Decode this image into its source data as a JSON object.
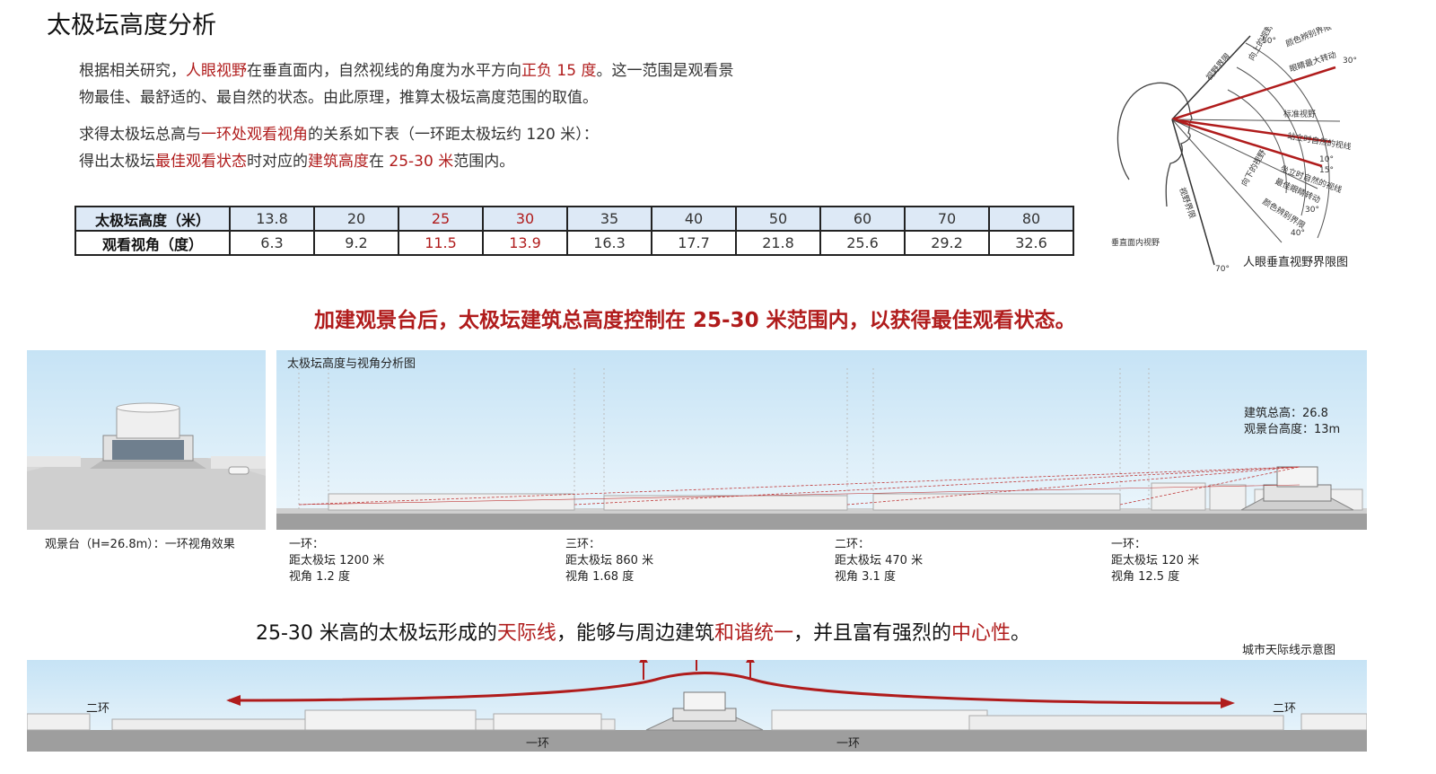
{
  "title": "太极坛高度分析",
  "intro": {
    "p1_a": "根据相关研究，",
    "p1_b": "人眼视野",
    "p1_c": "在垂直面内，自然视线的角度为水平方向",
    "p1_d": "正负 15 度",
    "p1_e": "。这一范围是观看景",
    "p1_f": "物最佳、最舒适的、最自然的状态。由此原理，推算太极坛高度范围的取值。",
    "p2_a": "求得太极坛总高与",
    "p2_b": "一环处观看视角",
    "p2_c": "的关系如下表（一环距太极坛约 120 米）：",
    "p3_a": "得出太极坛",
    "p3_b": "最佳观看状态",
    "p3_c": "时对应的",
    "p3_d": "建筑高度",
    "p3_e": "在 ",
    "p3_f": "25-30 米",
    "p3_g": "范围内。"
  },
  "table": {
    "row1_header": "太极坛高度（米）",
    "row2_header": "观看视角（度）",
    "heights": [
      "13.8",
      "20",
      "25",
      "30",
      "35",
      "40",
      "50",
      "60",
      "70",
      "80"
    ],
    "angles": [
      "6.3",
      "9.2",
      "11.5",
      "13.9",
      "16.3",
      "17.7",
      "21.8",
      "25.6",
      "29.2",
      "32.6"
    ],
    "highlight_color": "#b01c1c"
  },
  "eye_diagram": {
    "caption": "人眼垂直视野界限图",
    "sub_caption": "垂直面内视野",
    "labels": {
      "a50": "50°",
      "a30": "30°",
      "a15": "15°",
      "a10": "10°",
      "a40": "40°",
      "a30b": "30°",
      "a70": "70°",
      "color_limit_top": "颜色辨别界限",
      "eye_turn_max": "眼睛最大转动",
      "standard_view": "标准视野",
      "standing_natural": "站立时自然的视线",
      "sitting_natural": "坐立时自然的视线",
      "best_eye_turn": "最佳眼睛转动",
      "color_limit_bottom": "颜色辨别界限",
      "view_limit_top": "视野界限",
      "view_limit_bottom": "视野界限",
      "upward": "向上的视野",
      "downward": "向下的视野"
    }
  },
  "banner": "加建观景台后，太极坛建筑总高度控制在 25-30 米范围内，以获得最佳观看状态。",
  "photo_caption": "观景台（H=26.8m）：一环视角效果",
  "section": {
    "title": "太极坛高度与视角分析图",
    "building_info_1": "建筑总高：26.8",
    "building_info_2": "观景台高度：13m",
    "rings": [
      {
        "name": "一环：",
        "dist": "距太极坛 1200 米",
        "angle": "视角 1.2 度"
      },
      {
        "name": "三环：",
        "dist": "距太极坛 860 米",
        "angle": "视角 1.68 度"
      },
      {
        "name": "二环：",
        "dist": "距太极坛 470 米",
        "angle": "视角 3.1 度"
      },
      {
        "name": "一环：",
        "dist": "距太极坛 120 米",
        "angle": "视角 12.5 度"
      }
    ]
  },
  "slogan": {
    "a": "25-30 米高的太极坛形成的",
    "b": "天际线",
    "c": "，能够与周边建筑",
    "d": "和谐统一",
    "e": "，并且富有强烈的",
    "f": "中心性",
    "g": "。"
  },
  "skyline": {
    "caption": "城市天际线示意图",
    "left_label": "二环",
    "right_label": "二环",
    "ring1_left": "一环",
    "ring1_right": "一环"
  }
}
